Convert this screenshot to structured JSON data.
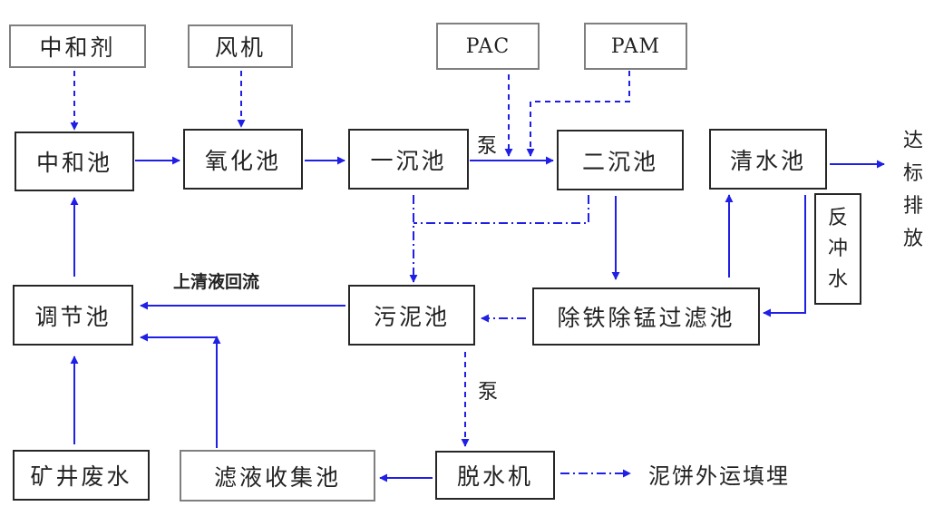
{
  "diagram": {
    "colors": {
      "arrow": "#1f1fe6",
      "dark_border": "#262626",
      "grey_border": "#7f7f7f",
      "text": "#222222"
    },
    "nodes": {
      "neutralizer": "中和剂",
      "blower": "风机",
      "pac": "PAC",
      "pam": "PAM",
      "neutralization_tank": "中和池",
      "oxidation_tank": "氧化池",
      "primary_sedimentation_tank": "一沉池",
      "secondary_sedimentation_tank": "二沉池",
      "clear_water_tank": "清水池",
      "regulating_tank": "调节池",
      "sludge_tank": "污泥池",
      "iron_manganese_filter": "除铁除锰过滤池",
      "mine_wastewater": "矿井废水",
      "filtrate_collection_tank": "滤液收集池",
      "dewatering_machine": "脱水机",
      "backwash_water": [
        "反",
        "冲",
        "水"
      ]
    },
    "labels": {
      "pump_top": "泵",
      "pump_bottom": "泵",
      "supernatant_return": "上清液回流",
      "discharge": [
        "达",
        "标",
        "排",
        "放"
      ],
      "sludge_disposal": "泥饼外运填埋"
    }
  }
}
